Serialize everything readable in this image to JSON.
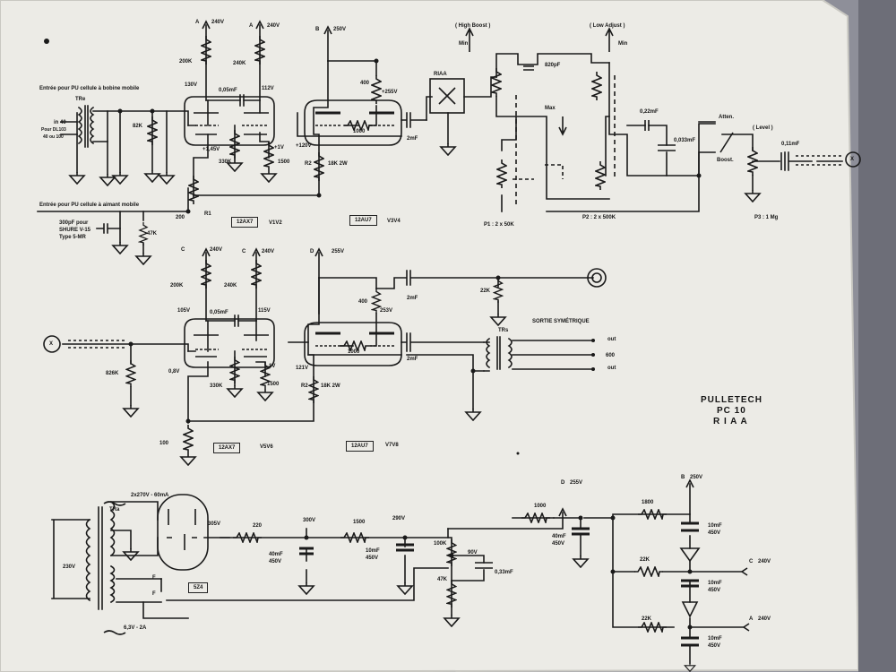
{
  "title": {
    "line1": "PULLETECH",
    "line2": "PC 10",
    "line3": "R I A A"
  },
  "input_section": {
    "mc_input": "Entrée pour PU cellule à bobine mobile",
    "mm_input": "Entrée pour PU cellule à aimant mobile",
    "tr_a": "TRe",
    "in_label": "in 40",
    "pour_1": "Pour DL103",
    "pour_2": "40 ou 100",
    "r_82k": "82K",
    "cap_shure_1": "300pF pour",
    "cap_shure_2": "SHURE V-15",
    "cap_shure_3": "Type 5-MR",
    "r_47k": "47K"
  },
  "stage1": {
    "node_a1": "A",
    "node_a2": "A",
    "node_b": "B",
    "v_a1": "240V",
    "v_a2": "240V",
    "v_b": "250V",
    "r_200k": "200K",
    "r_240k": "240K",
    "r_400": "400",
    "v_130": "130V",
    "c_005": "0,05mF",
    "v_112": "112V",
    "v_255": "+255V",
    "v_145": "+1,45V",
    "r_330k": "330K",
    "v_1": "+1V",
    "r_1500": "1500",
    "v_120": "+120V",
    "r_1000": "1000",
    "r2_label": "R2",
    "r_18k": "18K 2W",
    "r1_label": "R1",
    "r_200": "200",
    "c_2mf": "2mF",
    "tube_1": "12AX7",
    "tube_1_v": "V1V2",
    "tube_2": "12AU7",
    "tube_2_v": "V3V4",
    "riaa": "RIAA"
  },
  "tone_section": {
    "high_boost": "( High Boost )",
    "min_1": "Min",
    "c_820": "820pF",
    "low_adjust": "( Low Adjust )",
    "min_2": "Min",
    "max": "Max",
    "c_022": "0,22mF",
    "c_0033": "0,033mF",
    "atten": "Atten.",
    "boost": "Boost.",
    "level": "( Level )",
    "c_011": "0,11mF",
    "p1": "P1 : 2 x 50K",
    "p2": "P2 : 2 x 500K",
    "p3": "P3 : 1 Mg",
    "conn_x": "X"
  },
  "stage2": {
    "node_c1": "C",
    "node_c2": "C",
    "node_d": "D",
    "v_c1": "240V",
    "v_c2": "240V",
    "v_d": "255V",
    "r_200k": "200K",
    "r_240k": "240K",
    "r_400": "400",
    "v_105": "105V",
    "c_005": "0,05mF",
    "v_115": "115V",
    "v_253": "253V",
    "v_08": "0,8V",
    "r_330k": "330K",
    "v_1": "1V",
    "r_1500": "1500",
    "v_121": "121V",
    "r_1000": "1000",
    "r2_label": "R2",
    "r_18k": "18K 2W",
    "r_826k": "826K",
    "r_100": "100",
    "c_2mf_a": "2mF",
    "c_2mf_b": "2mF",
    "r_22k": "22K",
    "sortie": "SORTIE SYMÉTRIQUE",
    "trs": "TRs",
    "out_1": "out",
    "out_600": "600",
    "out_2": "out",
    "tube_3": "12AX7",
    "tube_3_v": "V5V6",
    "tube_4": "12AU7",
    "tube_4_v": "V7V8",
    "conn_x": "X"
  },
  "power_supply": {
    "mains": "230V",
    "tra": "TRa",
    "sec_hv": "2x270V - 60mA",
    "sec_heater": "6,3V - 2A",
    "f1": "F",
    "f2": "F",
    "rect": "5Z4",
    "v_305": "305V",
    "r_220": "220",
    "c_40mf_1": "40mF",
    "v_450_1": "450V",
    "v_300": "300V",
    "r_1500": "1500",
    "c_10mf_1": "10mF",
    "v_450_2": "450V",
    "v_290": "290V",
    "r_100k": "100K",
    "r_47k": "47K",
    "v_90": "90V",
    "c_033": "0,33mF",
    "r_1000": "1000",
    "c_40mf_2": "40mF",
    "v_450_3": "450V",
    "node_d": "D",
    "v_d": "255V",
    "r_1800": "1800",
    "node_b": "B",
    "v_b": "250V",
    "c_10mf_b": "10mF",
    "v_450_b": "450V",
    "r_22k_c": "22K",
    "node_c": "C",
    "v_c": "240V",
    "c_10mf_c": "10mF",
    "v_450_c": "450V",
    "r_22k_a": "22K",
    "node_a": "A",
    "v_a": "240V",
    "c_10mf_a": "10mF",
    "v_450_a": "450V"
  }
}
